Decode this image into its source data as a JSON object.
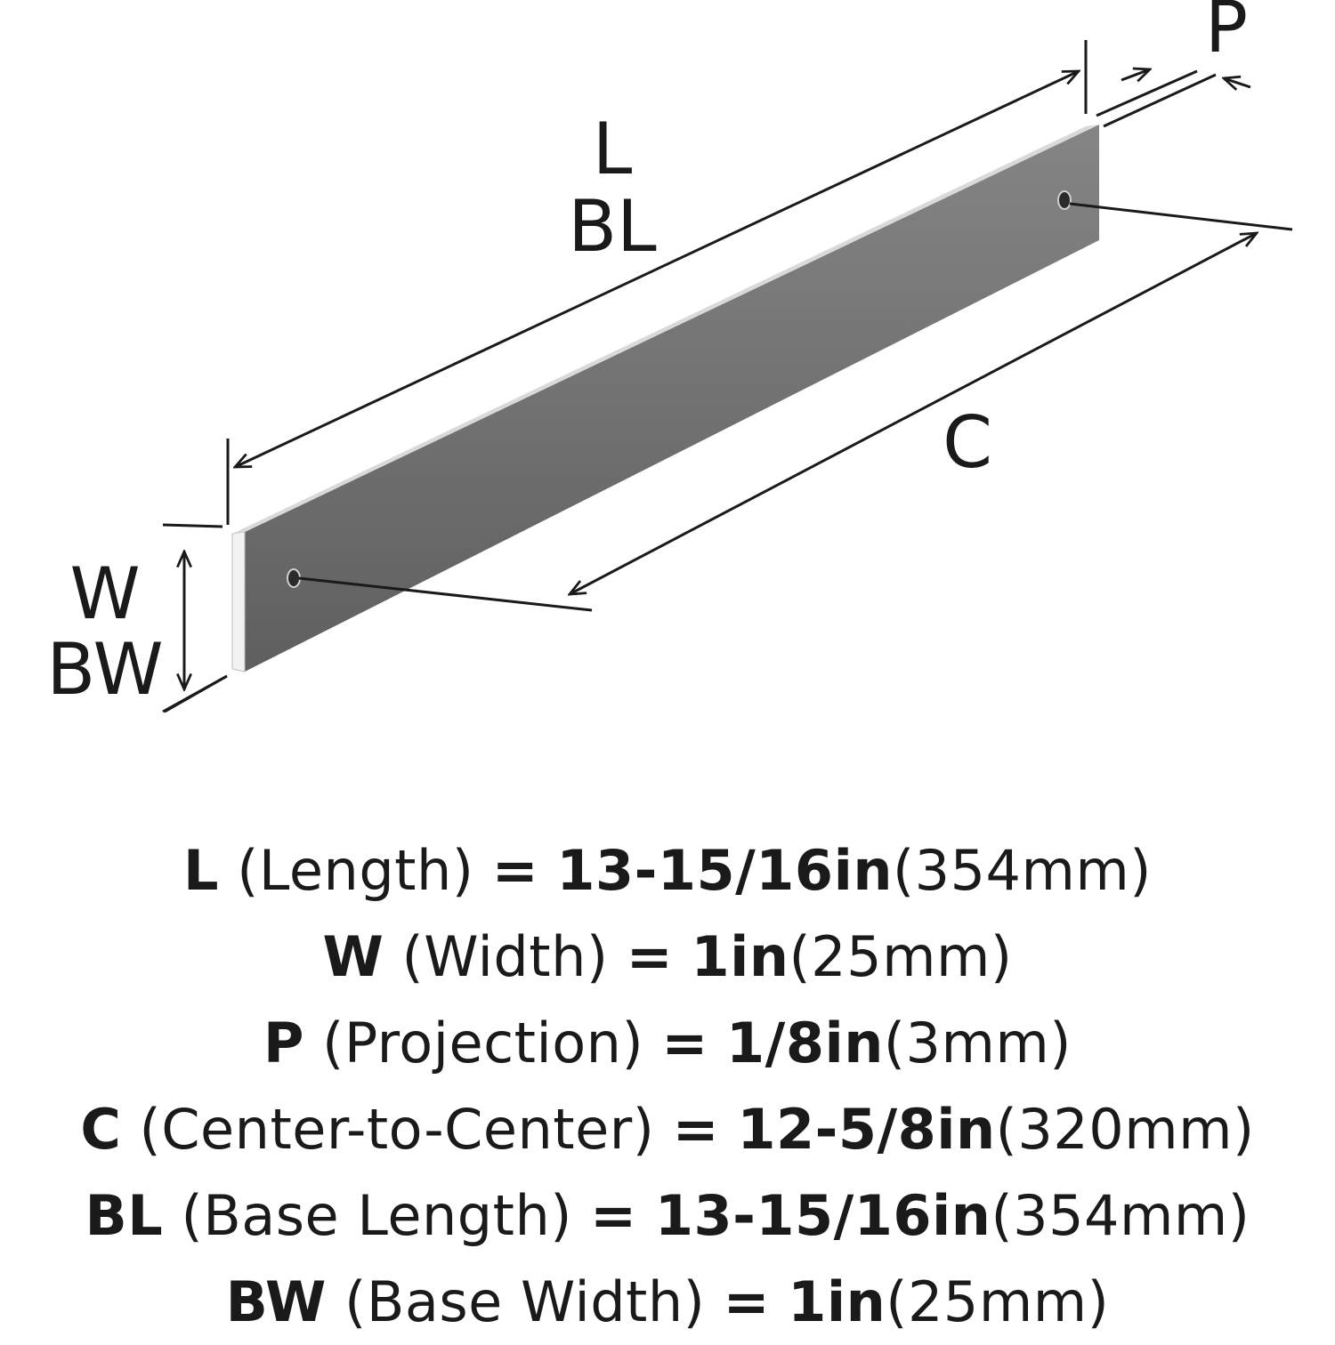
{
  "diagram": {
    "labels": {
      "L": "L",
      "BL": "BL",
      "P": "P",
      "C": "C",
      "W": "W",
      "BW": "BW"
    },
    "colors": {
      "bar": "#6e6e6e",
      "bar_edge": "#e6e6e6",
      "ink": "#1a1a1a"
    }
  },
  "specs": [
    {
      "code": "L",
      "name": "(Length)",
      "eq": "=",
      "imperial": "13-15/16in",
      "metric": "(354mm)"
    },
    {
      "code": "W",
      "name": "(Width)",
      "eq": "=",
      "imperial": "1in",
      "metric": "(25mm)"
    },
    {
      "code": "P",
      "name": "(Projection)",
      "eq": "=",
      "imperial": "1/8in",
      "metric": "(3mm)"
    },
    {
      "code": "C",
      "name": "(Center-to-Center)",
      "eq": "=",
      "imperial": "12-5/8in",
      "metric": "(320mm)"
    },
    {
      "code": "BL",
      "name": "(Base Length)",
      "eq": "=",
      "imperial": "13-15/16in",
      "metric": "(354mm)"
    },
    {
      "code": "BW",
      "name": "(Base Width)",
      "eq": "=",
      "imperial": "1in",
      "metric": "(25mm)"
    }
  ]
}
